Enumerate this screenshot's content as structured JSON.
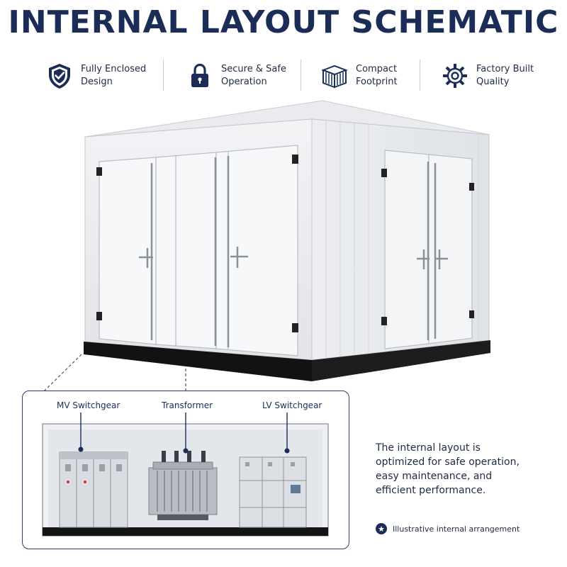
{
  "title": "INTERNAL LAYOUT SCHEMATIC",
  "features": [
    {
      "icon": "shield-check-icon",
      "label": "Fully Enclosed\nDesign"
    },
    {
      "icon": "padlock-icon",
      "label": "Secure & Safe\nOperation"
    },
    {
      "icon": "container-icon",
      "label": "Compact\nFootprint"
    },
    {
      "icon": "gear-icon",
      "label": "Factory Built\nQuality"
    }
  ],
  "internal_labels": {
    "mv": "MV Switchgear",
    "transformer": "Transformer",
    "lv": "LV Switchgear"
  },
  "description": "The internal layout is\noptimized for safe operation,\neasy maintenance, and\nefficient performance.",
  "note": "Illustrative internal arrangement",
  "colors": {
    "navy": "#1b2d57",
    "container": "#f4f5f7",
    "base": "#111111"
  }
}
